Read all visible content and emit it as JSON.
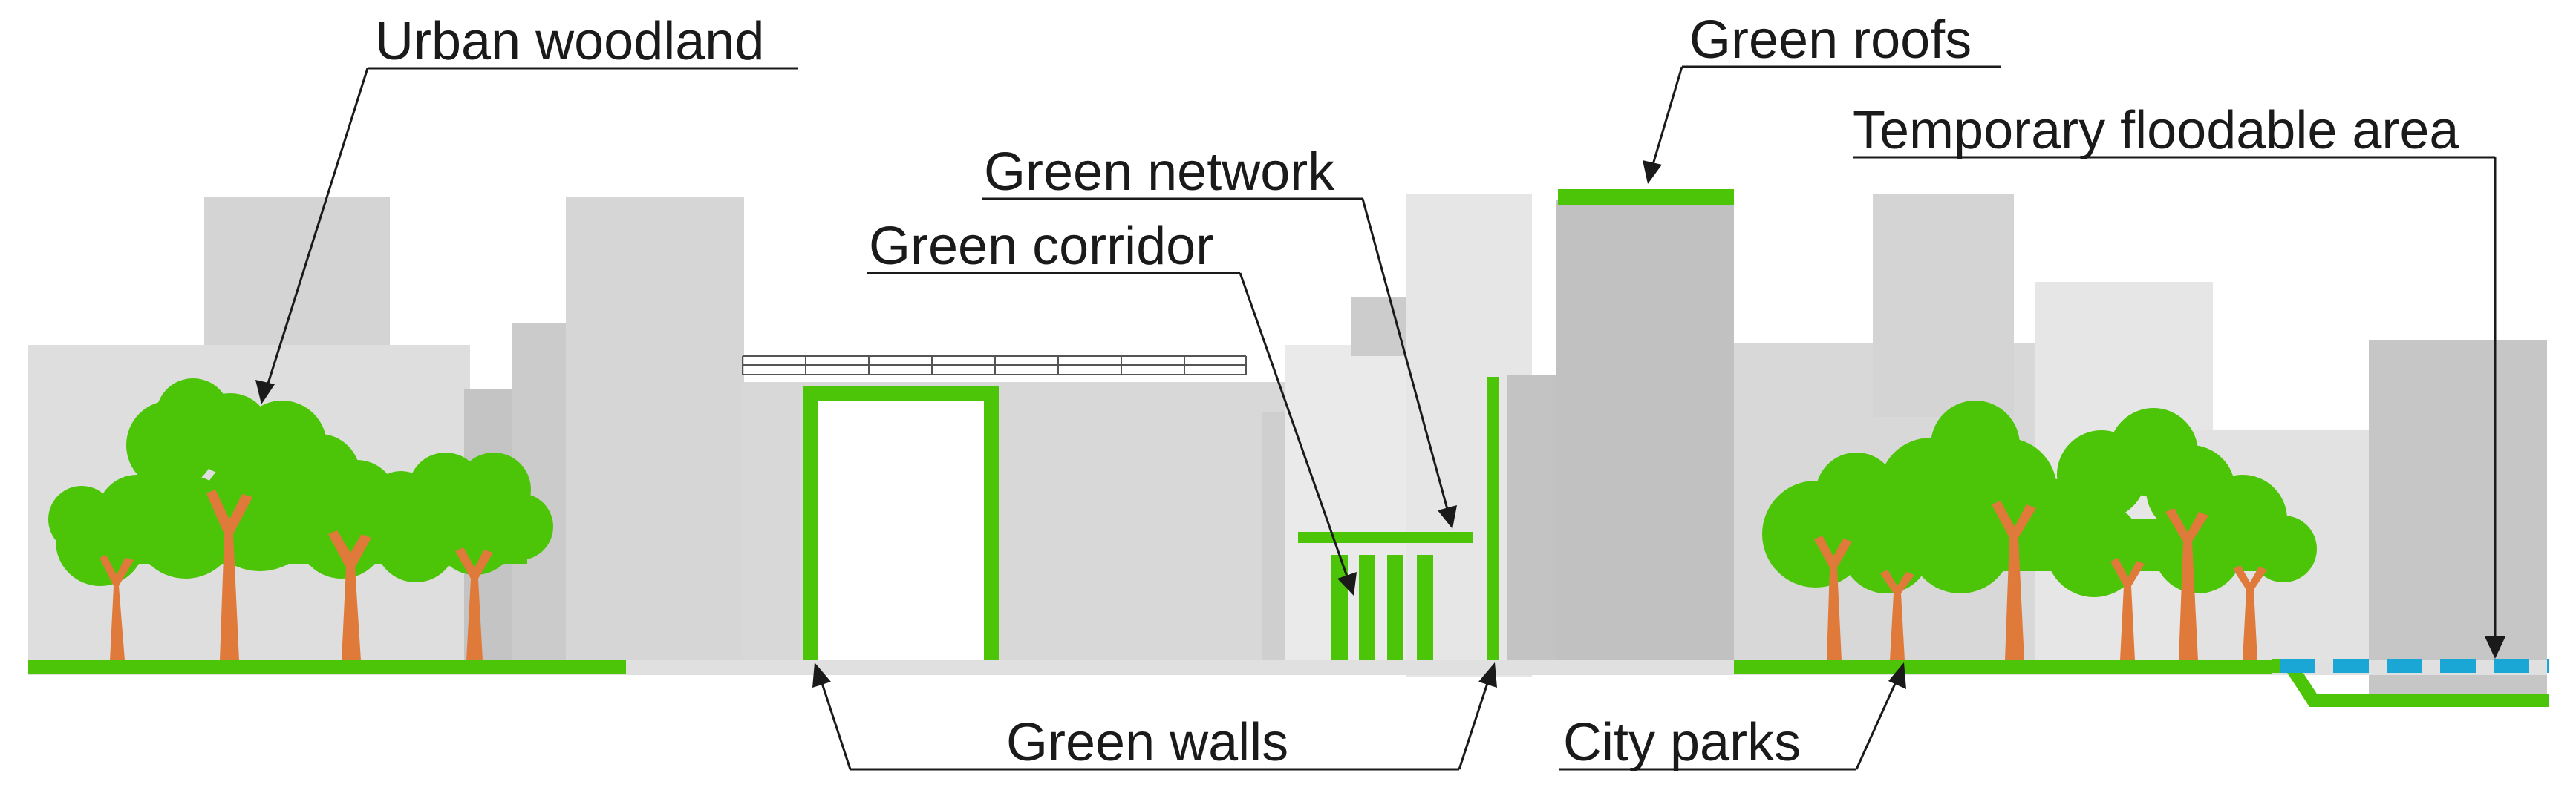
{
  "labels": {
    "urban_woodland": "Urban woodland",
    "green_roofs": "Green roofs",
    "temporary_floodable_area": "Temporary floodable area",
    "green_network": "Green network",
    "green_corridor": "Green corridor",
    "green_walls": "Green walls",
    "city_parks": "City parks"
  },
  "colors": {
    "green": "#4cc407",
    "trunk": "#e07a3a",
    "water": "#1aa7d6",
    "building_light": "#e4e4e4",
    "building_mid": "#d4d4d4",
    "building_dark": "#c2c2c2",
    "label_line": "#1a1a1a"
  }
}
